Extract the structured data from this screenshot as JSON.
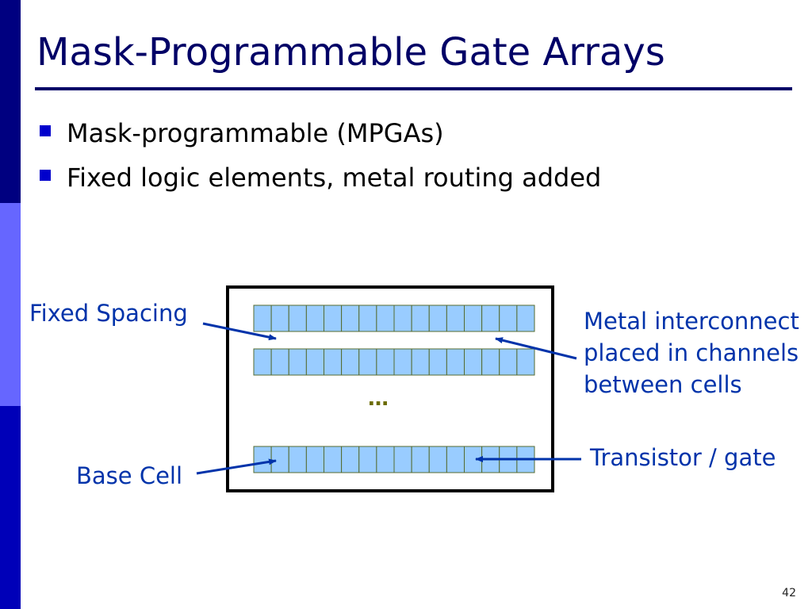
{
  "colors": {
    "sidebar_top": "#000080",
    "sidebar_mid": "#6666ff",
    "sidebar_bottom": "#0000b8",
    "title": "#000066",
    "title_rule": "#000066",
    "bullet_marker": "#0000cc",
    "text": "#000000",
    "label": "#0033aa",
    "arrow": "#0033aa",
    "cell_fill": "#99ccff",
    "cell_border": "#556b2f",
    "ellipsis": "#6b6b00",
    "frame": "#000000"
  },
  "slide": {
    "title": "Mask-Programmable Gate Arrays",
    "bullets": [
      "Mask-programmable (MPGAs)",
      "Fixed logic elements, metal routing added"
    ],
    "page_number": "42"
  },
  "diagram": {
    "cells_per_row": 16,
    "rows": 3,
    "ellipsis": "…",
    "labels": {
      "fixed_spacing": "Fixed Spacing",
      "base_cell": "Base Cell",
      "metal_interconnect": [
        "Metal interconnect",
        "placed in channels",
        "between cells"
      ],
      "transistor_gate": "Transistor / gate"
    }
  }
}
